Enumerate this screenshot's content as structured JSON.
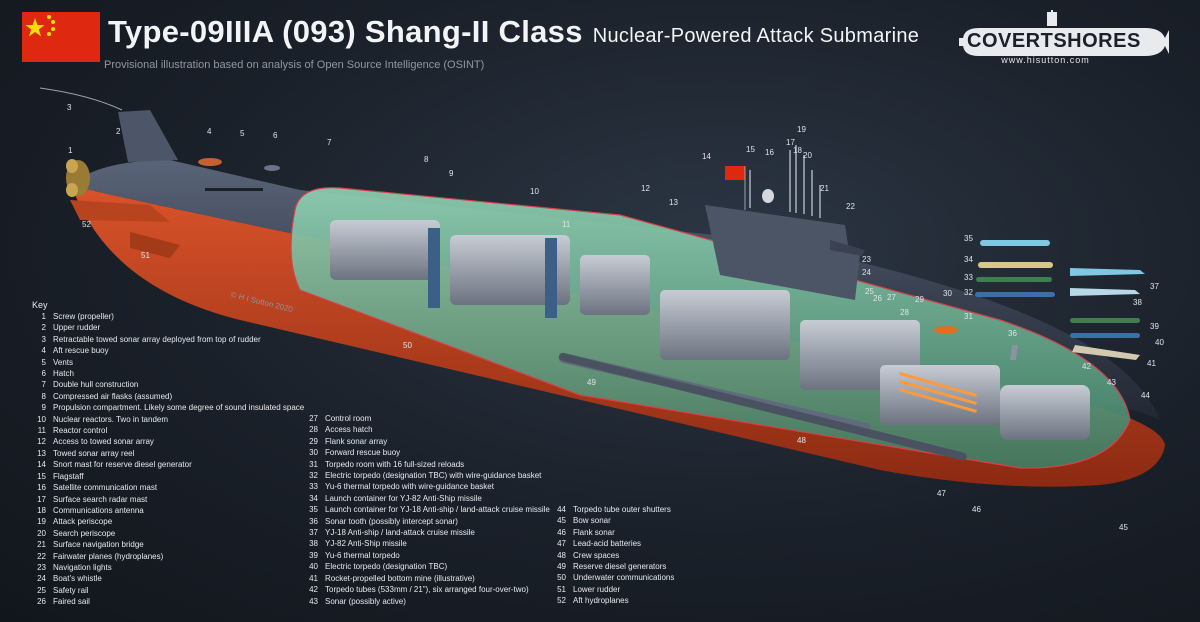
{
  "header": {
    "title": "Type-09IIIA (093) Shang-II Class",
    "subtitle": "Nuclear-Powered Attack Submarine",
    "note": "Provisional illustration based on analysis of Open Source Intelligence (OSINT)"
  },
  "logo": {
    "text": "COVERTSHORES",
    "url": "www.hisutton.com"
  },
  "copyright": "© H I Sutton 2020",
  "colors": {
    "flag_red": "#de2910",
    "flag_yellow": "#ffde00",
    "hull": "#3a4252",
    "anti_fouling": "#c8401e",
    "interior": "#5fa88a"
  },
  "legend": {
    "title": "Key",
    "items": [
      {
        "n": "1",
        "t": "Screw (propeller)"
      },
      {
        "n": "2",
        "t": "Upper rudder"
      },
      {
        "n": "3",
        "t": "Retractable towed sonar array deployed from top of rudder"
      },
      {
        "n": "4",
        "t": "Aft rescue buoy"
      },
      {
        "n": "5",
        "t": "Vents"
      },
      {
        "n": "6",
        "t": "Hatch"
      },
      {
        "n": "7",
        "t": "Double hull construction"
      },
      {
        "n": "8",
        "t": "Compressed air flasks (assumed)"
      },
      {
        "n": "9",
        "t": "Propulsion compartment. Likely some degree of sound insulated space"
      },
      {
        "n": "10",
        "t": "Nuclear reactors. Two in tandem"
      },
      {
        "n": "11",
        "t": "Reactor control"
      },
      {
        "n": "12",
        "t": "Access to towed sonar array"
      },
      {
        "n": "13",
        "t": "Towed sonar array reel"
      },
      {
        "n": "14",
        "t": "Snort mast for reserve diesel generator"
      },
      {
        "n": "15",
        "t": "Flagstaff"
      },
      {
        "n": "16",
        "t": "Satellite communication mast"
      },
      {
        "n": "17",
        "t": "Surface search radar mast"
      },
      {
        "n": "18",
        "t": "Communications antenna"
      },
      {
        "n": "19",
        "t": "Attack periscope"
      },
      {
        "n": "20",
        "t": "Search periscope"
      },
      {
        "n": "21",
        "t": "Surface navigation bridge"
      },
      {
        "n": "22",
        "t": "Fairwater planes (hydroplanes)"
      },
      {
        "n": "23",
        "t": "Navigation lights"
      },
      {
        "n": "24",
        "t": "Boat’s whistle"
      },
      {
        "n": "25",
        "t": "Safety rail"
      },
      {
        "n": "26",
        "t": "Faired sail"
      },
      {
        "n": "27",
        "t": "Control room"
      },
      {
        "n": "28",
        "t": "Access hatch"
      },
      {
        "n": "29",
        "t": "Flank sonar array"
      },
      {
        "n": "30",
        "t": "Forward rescue buoy"
      },
      {
        "n": "31",
        "t": "Torpedo room with 16 full-sized reloads"
      },
      {
        "n": "32",
        "t": "Electric torpedo (designation TBC) with wire-guidance basket"
      },
      {
        "n": "33",
        "t": "Yu-6 thermal torpedo with wire-guidance basket"
      },
      {
        "n": "34",
        "t": "Launch container for YJ-82 Anti-Ship missile"
      },
      {
        "n": "35",
        "t": "Launch container for YJ-18 Anti-ship / land-attack cruise missile"
      },
      {
        "n": "36",
        "t": "Sonar tooth (possibly intercept sonar)"
      },
      {
        "n": "37",
        "t": "YJ-18 Anti-ship / land-attack cruise missile"
      },
      {
        "n": "38",
        "t": "YJ-82 Anti-Ship missile"
      },
      {
        "n": "39",
        "t": "Yu-6 thermal torpedo"
      },
      {
        "n": "40",
        "t": "Electric torpedo (designation TBC)"
      },
      {
        "n": "41",
        "t": "Rocket-propelled bottom mine (illustrative)"
      },
      {
        "n": "42",
        "t": "Torpedo tubes (533mm / 21”), six arranged four-over-two)"
      },
      {
        "n": "43",
        "t": "Sonar (possibly active)"
      },
      {
        "n": "44",
        "t": "Torpedo tube outer shutters"
      },
      {
        "n": "45",
        "t": "Bow sonar"
      },
      {
        "n": "46",
        "t": "Flank sonar"
      },
      {
        "n": "47",
        "t": "Lead-acid batteries"
      },
      {
        "n": "48",
        "t": "Crew spaces"
      },
      {
        "n": "49",
        "t": "Reserve diesel generators"
      },
      {
        "n": "50",
        "t": "Underwater communications"
      },
      {
        "n": "51",
        "t": "Lower rudder"
      },
      {
        "n": "52",
        "t": "Aft hydroplanes"
      }
    ]
  },
  "callouts": [
    {
      "n": "1"
    },
    {
      "n": "2"
    },
    {
      "n": "3"
    },
    {
      "n": "4"
    },
    {
      "n": "5"
    },
    {
      "n": "6"
    },
    {
      "n": "7"
    },
    {
      "n": "8"
    },
    {
      "n": "9"
    },
    {
      "n": "10"
    },
    {
      "n": "11"
    },
    {
      "n": "12"
    },
    {
      "n": "13"
    },
    {
      "n": "14"
    },
    {
      "n": "15"
    },
    {
      "n": "16"
    },
    {
      "n": "17"
    },
    {
      "n": "18"
    },
    {
      "n": "19"
    },
    {
      "n": "20"
    },
    {
      "n": "21"
    },
    {
      "n": "22"
    },
    {
      "n": "23"
    },
    {
      "n": "24"
    },
    {
      "n": "25"
    },
    {
      "n": "26"
    },
    {
      "n": "27"
    },
    {
      "n": "28"
    },
    {
      "n": "29"
    },
    {
      "n": "30"
    },
    {
      "n": "31"
    },
    {
      "n": "32"
    },
    {
      "n": "33"
    },
    {
      "n": "34"
    },
    {
      "n": "35"
    },
    {
      "n": "36"
    },
    {
      "n": "37"
    },
    {
      "n": "38"
    },
    {
      "n": "39"
    },
    {
      "n": "40"
    },
    {
      "n": "41"
    },
    {
      "n": "42"
    },
    {
      "n": "43"
    },
    {
      "n": "44"
    },
    {
      "n": "45"
    },
    {
      "n": "46"
    },
    {
      "n": "47"
    },
    {
      "n": "48"
    },
    {
      "n": "49"
    },
    {
      "n": "50"
    },
    {
      "n": "51"
    },
    {
      "n": "52"
    }
  ]
}
